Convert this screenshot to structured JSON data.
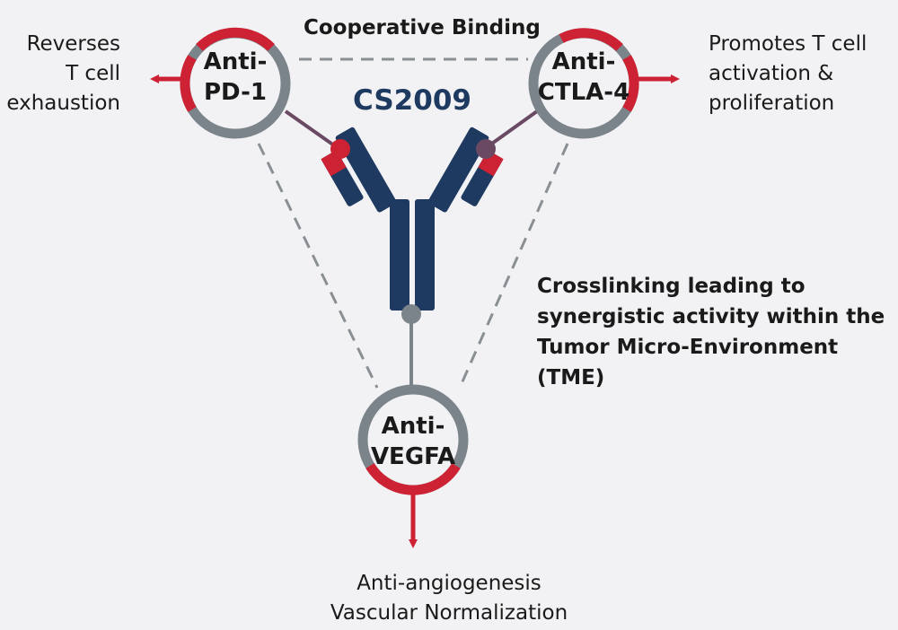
{
  "antibody_name": "CS2009",
  "cooperative_label": "Cooperative Binding",
  "tme_label": "Crosslinking leading to synergistic activity within the Tumor Micro-Environment (TME)",
  "targets": [
    {
      "line1": "Anti-",
      "line2": "PD-1",
      "effect": "Reverses T cell exhaustion",
      "effect_lines": [
        "Reverses",
        "T cell",
        "exhaustion"
      ]
    },
    {
      "line1": "Anti-",
      "line2": "CTLA-4",
      "effect": "Promotes T cell activation & proliferation",
      "effect_lines": [
        "Promotes T cell",
        "activation &",
        "proliferation"
      ]
    },
    {
      "line1": "Anti-",
      "line2": "VEGFA",
      "effect": "Anti-angiogenesis Vascular Normalization",
      "effect_lines": [
        "Anti-angiogenesis",
        "Vascular Normalization"
      ]
    }
  ],
  "colors": {
    "accent_red": "#cc2233",
    "ring_gray": "#7c848b",
    "antibody_navy": "#1e3a60",
    "connector_purple": "#6a4a63",
    "dash_gray": "#8a8f94",
    "text": "#1a1a1a"
  },
  "icons": [
    "antibody-icon",
    "arrow-left-icon",
    "arrow-right-icon",
    "arrow-down-icon"
  ]
}
